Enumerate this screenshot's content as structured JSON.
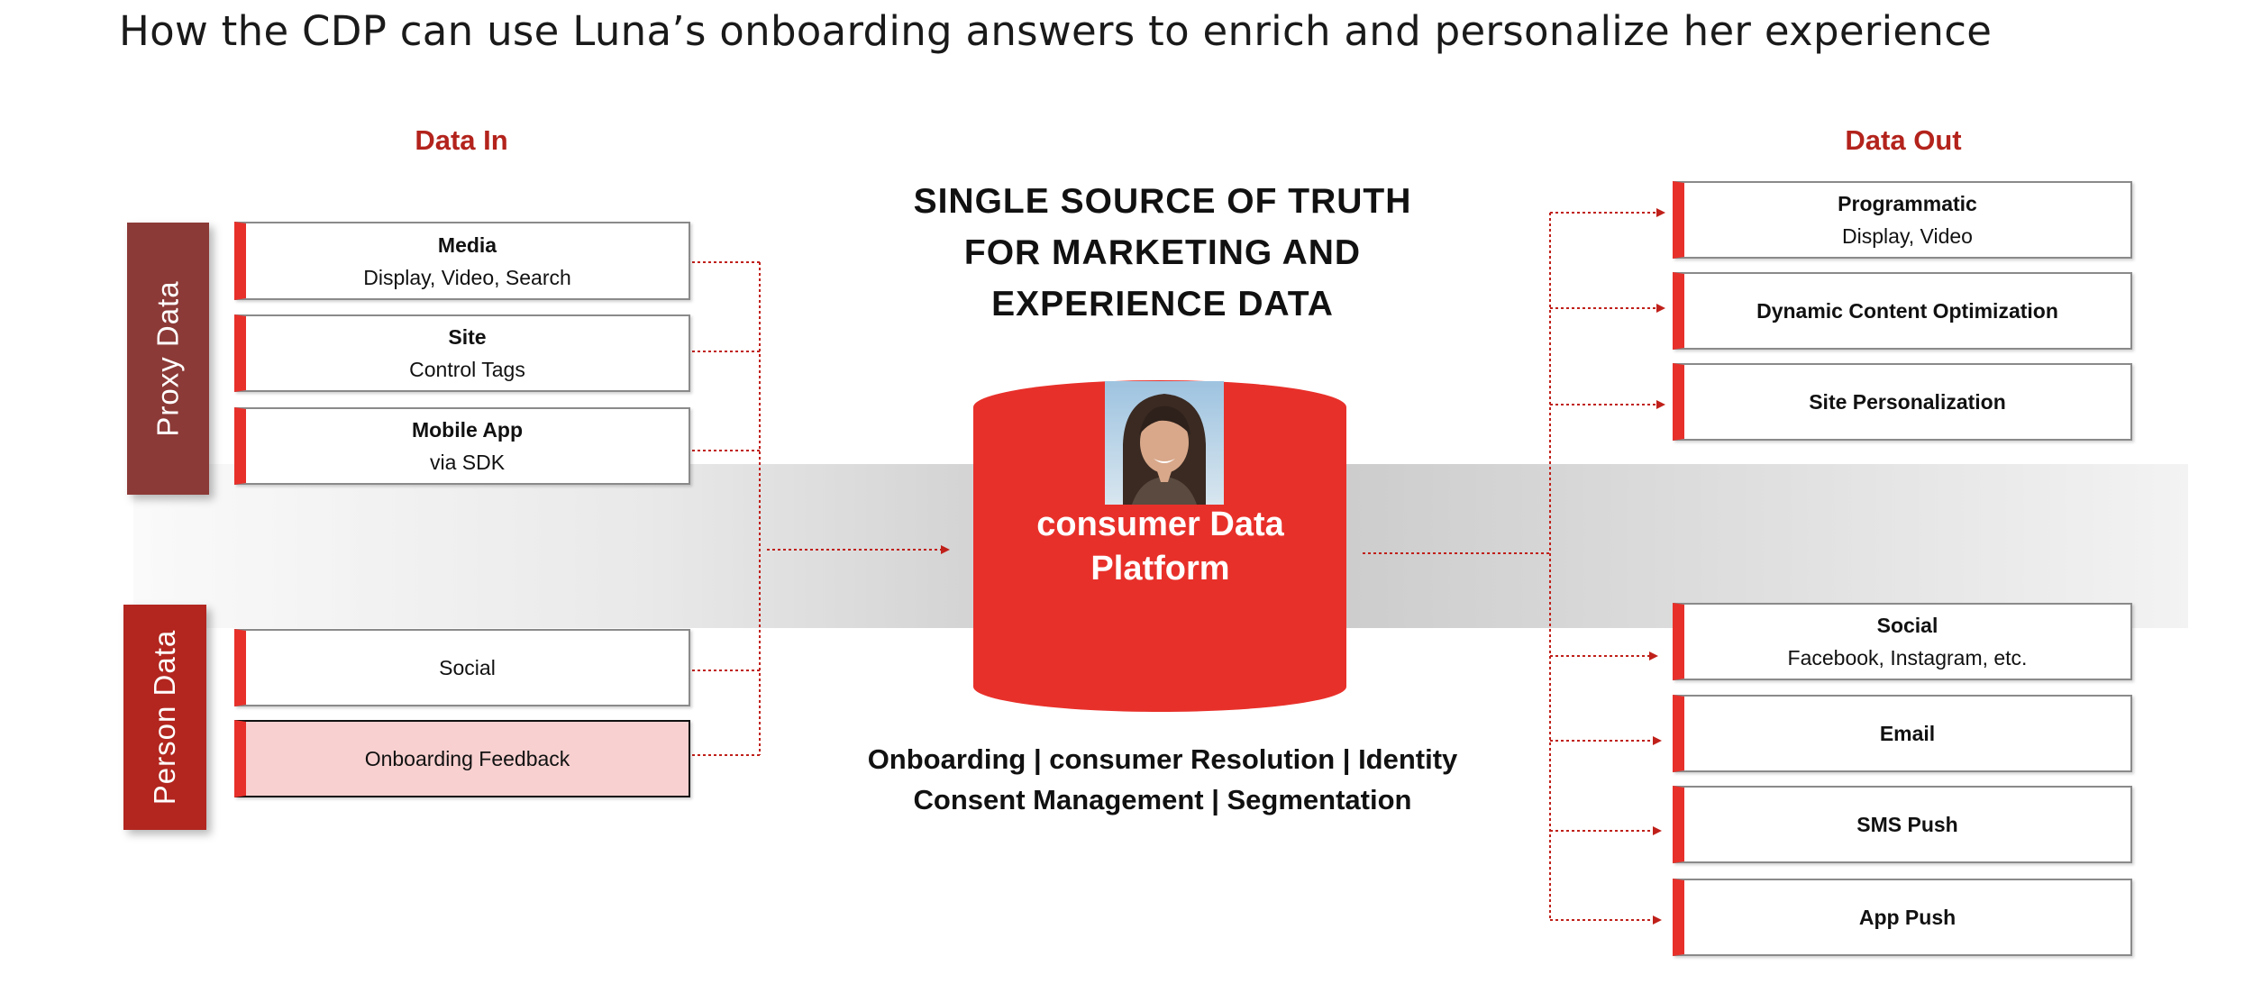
{
  "title": "How the CDP can use Luna’s onboarding answers to enrich and personalize her experience",
  "data_in": {
    "heading": "Data In",
    "proxy_label": "Proxy  Data",
    "person_label": "Person Data",
    "sources": [
      {
        "title": "Media",
        "subtitle": "Display, Video, Search"
      },
      {
        "title": "Site",
        "subtitle": "Control Tags"
      },
      {
        "title": "Mobile App",
        "subtitle": "via SDK"
      },
      {
        "label": "Social"
      },
      {
        "label": "Onboarding Feedback"
      }
    ]
  },
  "center": {
    "line1": "SINGLE SOURCE OF TRUTH",
    "line2": "FOR MARKETING AND",
    "line3": "EXPERIENCE DATA",
    "platform_line1": "consumer Data",
    "platform_line2": "Platform",
    "capabilities_line1": "Onboarding | consumer Resolution | Identity",
    "capabilities_line2": "Consent Management | Segmentation"
  },
  "data_out": {
    "heading": "Data Out",
    "targets": [
      {
        "title": "Programmatic",
        "subtitle": "Display, Video"
      },
      {
        "title": "Dynamic Content Optimization"
      },
      {
        "title": "Site Personalization"
      },
      {
        "title": "Social",
        "subtitle": "Facebook, Instagram, etc."
      },
      {
        "title": "Email"
      },
      {
        "title": "SMS Push"
      },
      {
        "title": "App Push"
      }
    ]
  },
  "colors": {
    "accent_red": "#e8302a",
    "heading_red": "#b3231c",
    "proxy_sidebar": "#8c3a37",
    "person_sidebar": "#b2261f",
    "onboarding_fill": "#f8d0d0",
    "wire": "#c0201a"
  },
  "icons": {
    "arrowheads": "triangle-arrow-icon",
    "photo": "portrait-icon"
  }
}
